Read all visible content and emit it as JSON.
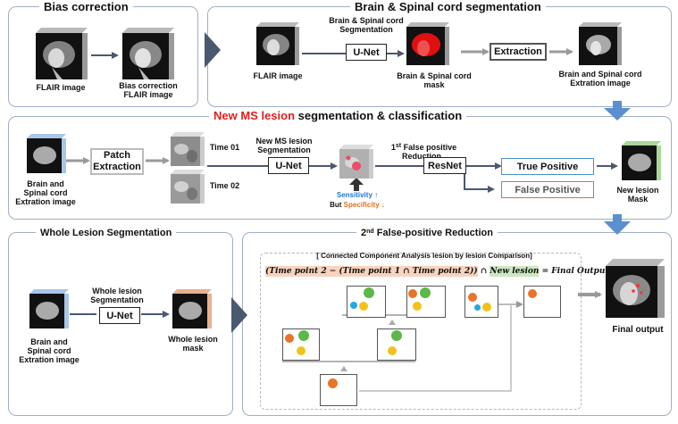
{
  "panels": {
    "bias": {
      "title": "Bias correction",
      "input_label": "FLAIR image",
      "output_label": "Bias correction\nFLAIR image"
    },
    "brain": {
      "title": "Brain & Spinal cord segmentation",
      "input_label": "FLAIR image",
      "net_caption": "Brain & Spinal cord\nSegmentation",
      "net": "U-Net",
      "mask_label": "Brain & Spinal cord\nmask",
      "extraction": "Extraction",
      "output_label": "Brain and Spinal cord\nExtration image"
    },
    "newms": {
      "title_red": "New MS lesion",
      "title_rest": " segmentation & classification",
      "input_label": "Brain and\nSpinal cord\nExtration image",
      "patch": "Patch\nExtraction",
      "time1": "Time 01",
      "time2": "Time 02",
      "net_caption": "New MS lesion\nSegmentation",
      "net": "U-Net",
      "sensitivity": "Sensitivity ↑",
      "specificity_prefix": "But ",
      "specificity": "Specificity ↓",
      "fp_caption_a": "1",
      "fp_caption_sup": "st",
      "fp_caption_b": " False positive\nReduction",
      "resnet": "ResNet",
      "true_positive": "True Positive",
      "false_positive": "False Positive",
      "output_label": "New lesion\nMask"
    },
    "whole": {
      "title": "Whole Lesion Segmentation",
      "input_label": "Brain and\nSpinal cord\nExtration image",
      "net_caption": "Whole lesion\nSegmentation",
      "net": "U-Net",
      "output_label": "Whole lesion\nmask"
    },
    "fpr2": {
      "title_a": "2",
      "title_sup": "nd",
      "title_b": " False-positive Reduction",
      "cca": "[ Connected Component Analysis lesion by lesion Comparison]",
      "f_open": "(",
      "f_tp2": "Time point 2",
      "f_minus": " − ",
      "f_intersect": "(Time point 1 ∩ Time point 2)",
      "f_close": ")",
      "f_cap": " ∩ ",
      "f_new": "New lesion",
      "f_eq": " = ",
      "f_final": "Final Output",
      "final_label": "Final output"
    }
  },
  "colors": {
    "arrow": "#4a5870",
    "big_arrow": "#5b8fd0",
    "accent_red": "#e02020",
    "sensitivity": "#2277cc",
    "specificity": "#e07020",
    "tp_border": "#4a90c0",
    "fp_border": "#d07050",
    "formula_orange_bg": "#f8d3bd",
    "formula_green_bg": "#cde7c2",
    "dot_green": "#5cb848",
    "dot_orange": "#e8742a",
    "dot_yellow": "#f2c21a",
    "dot_blue": "#26a6e6",
    "cube_blue_side": "#a8c6e8",
    "cube_green_side": "#a8d898",
    "cube_orange_side": "#eab090"
  }
}
